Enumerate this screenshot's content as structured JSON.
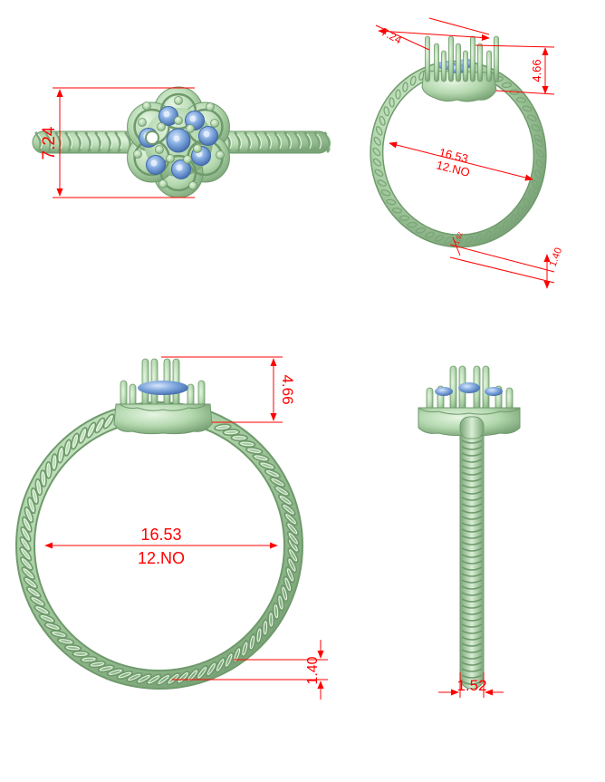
{
  "colors": {
    "metal": "#b5d9b0",
    "metal_dark": "#6f9a6c",
    "stone": "#7ea6dd",
    "stone_dark": "#3f67a8",
    "dimension": "#ff0000"
  },
  "views": {
    "top": {
      "height_label": "7.24"
    },
    "perspective": {
      "width_label": "7.24",
      "height_label": "4.66",
      "diameter_label": "16.53",
      "size_label": "12.NO",
      "band_small_label": "1.52",
      "band_label": "1.40"
    },
    "front": {
      "height_label": "4.66",
      "diameter_label": "16.53",
      "size_label": "12.NO",
      "band_label": "1.40"
    },
    "side": {
      "width_label": "1.52"
    }
  }
}
